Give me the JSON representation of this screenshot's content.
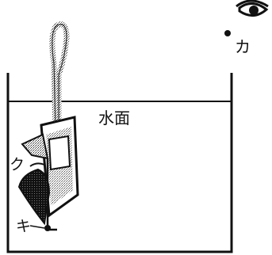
{
  "labels": {
    "water_surface": "水面",
    "eye_point": "カ",
    "point_ki": "キ",
    "point_ku": "ク"
  }
}
